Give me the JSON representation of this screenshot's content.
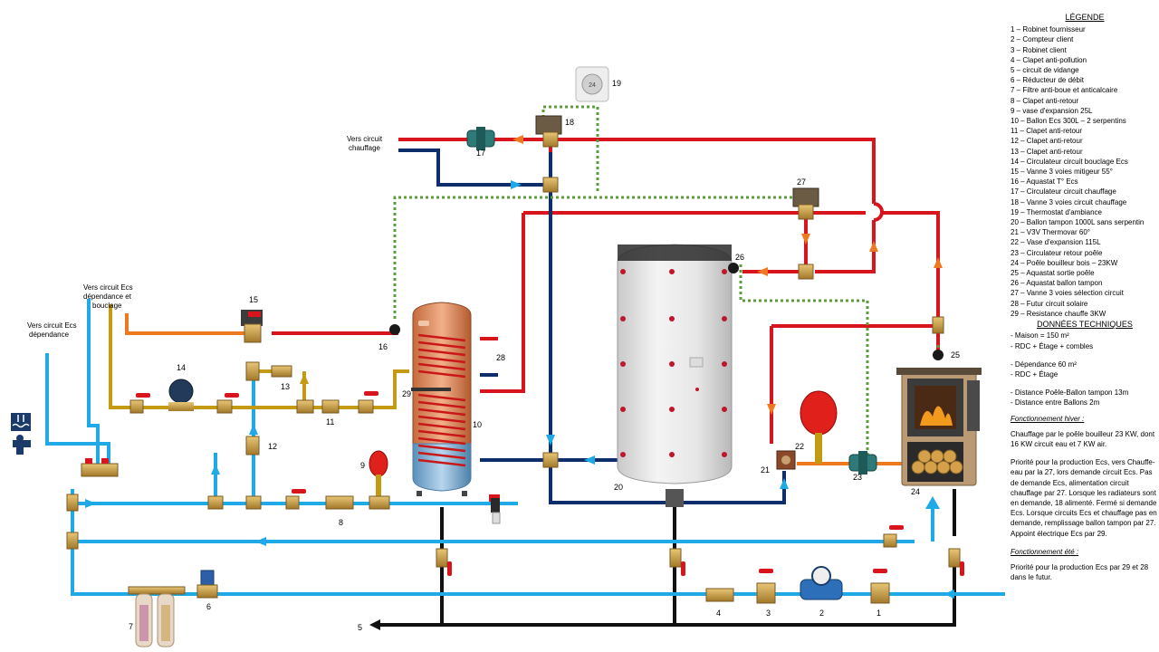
{
  "legend": {
    "title": "LÉGENDE",
    "items": [
      "1 – Robinet fournisseur",
      "2 – Compteur client",
      "3 – Robinet client",
      "4 – Clapet anti-pollution",
      "5 – circuit de vidange",
      "6 – Réducteur de débit",
      "7 – Filtre anti-boue et anticalcaire",
      "8 – Clapet anti-retour",
      "9 – vase d'expansion 25L",
      "10 – Ballon Ecs 300L – 2 serpentins",
      "11 – Clapet anti-retour",
      "12 – Clapet anti-retour",
      "13 – Clapet anti-retour",
      "14 – Circulateur circuit bouclage Ecs",
      "15 – Vanne 3 voies mitigeur 55°",
      "16 – Aquastat T° Ecs",
      "17 – Circulateur circuit chauffage",
      "18 – Vanne 3 voies circuit chauffage",
      "19 – Thermostat d'ambiance",
      "20 – Ballon tampon 1000L sans serpentin",
      "21 – V3V Thermovar 60°",
      "22 – Vase d'expansion 115L",
      "23 – Circulateur retour poêle",
      "24 – Poêle bouilleur bois – 23KW",
      "25 – Aquastat sortie poêle",
      "26 – Aquastat ballon tampon",
      "27 – Vanne 3 voies sélection circuit",
      "28 – Futur circuit solaire",
      "29 – Resistance chauffe 3KW"
    ]
  },
  "tech": {
    "title": "DONNÉES TECHNIQUES",
    "lines_a": [
      "- Maison = 150 m²",
      "- RDC + Étage + combles"
    ],
    "lines_b": [
      "- Dépendance 60 m²",
      "- RDC + Étage"
    ],
    "lines_c": [
      "- Distance Poêle-Ballon tampon 13m",
      "- Distance entre Ballons 2m"
    ]
  },
  "winter": {
    "heading": "Fonctionnement hiver :",
    "p1": "Chauffage par le poêle bouilleur 23 KW, dont 16 KW circuit eau et 7 KW air.",
    "p2": "Priorité pour la production Ecs, vers Chauffe-eau par la 27, lors demande circuit Ecs. Pas de demande Ecs, alimentation circuit chauffage par 27. Lorsque les radiateurs sont en demande, 18 alimenté. Fermé si demande Ecs. Lorsque circuits Ecs et chauffage pas en demande, remplissage ballon tampon par 27. Appoint électrique Ecs par 29."
  },
  "summer": {
    "heading": "Fonctionnement été :",
    "p1": "Priorité pour la production Ecs par 29 et 28 dans le futur."
  },
  "labels": {
    "heating_circuit": [
      "Vers circuit",
      "chauffage"
    ],
    "dep_bouclage": [
      "Vers circuit Ecs",
      "dépendance et",
      "bouclage"
    ],
    "dep": [
      "Vers circuit Ecs",
      "dépendance"
    ]
  },
  "numbers": {
    "n1": "1",
    "n2": "2",
    "n3": "3",
    "n4": "4",
    "n5": "5",
    "n6": "6",
    "n7": "7",
    "n8": "8",
    "n9": "9",
    "n10": "10",
    "n11": "11",
    "n12": "12",
    "n13": "13",
    "n14": "14",
    "n15": "15",
    "n16": "16",
    "n17": "17",
    "n18": "18",
    "n19": "19",
    "n20": "20",
    "n21": "21",
    "n22": "22",
    "n23": "23",
    "n24": "24",
    "n25": "25",
    "n26": "26",
    "n27": "27",
    "n28": "28",
    "n29": "29"
  },
  "thermostat_display": "24",
  "colors": {
    "hot": "#d8141c",
    "cold_return": "#0d2d6b",
    "cold_water": "#1fa9e6",
    "ecs_warm": "#f07820",
    "bouclage": "#c49a12",
    "drain": "#111111",
    "control": "#5d9c3a"
  }
}
